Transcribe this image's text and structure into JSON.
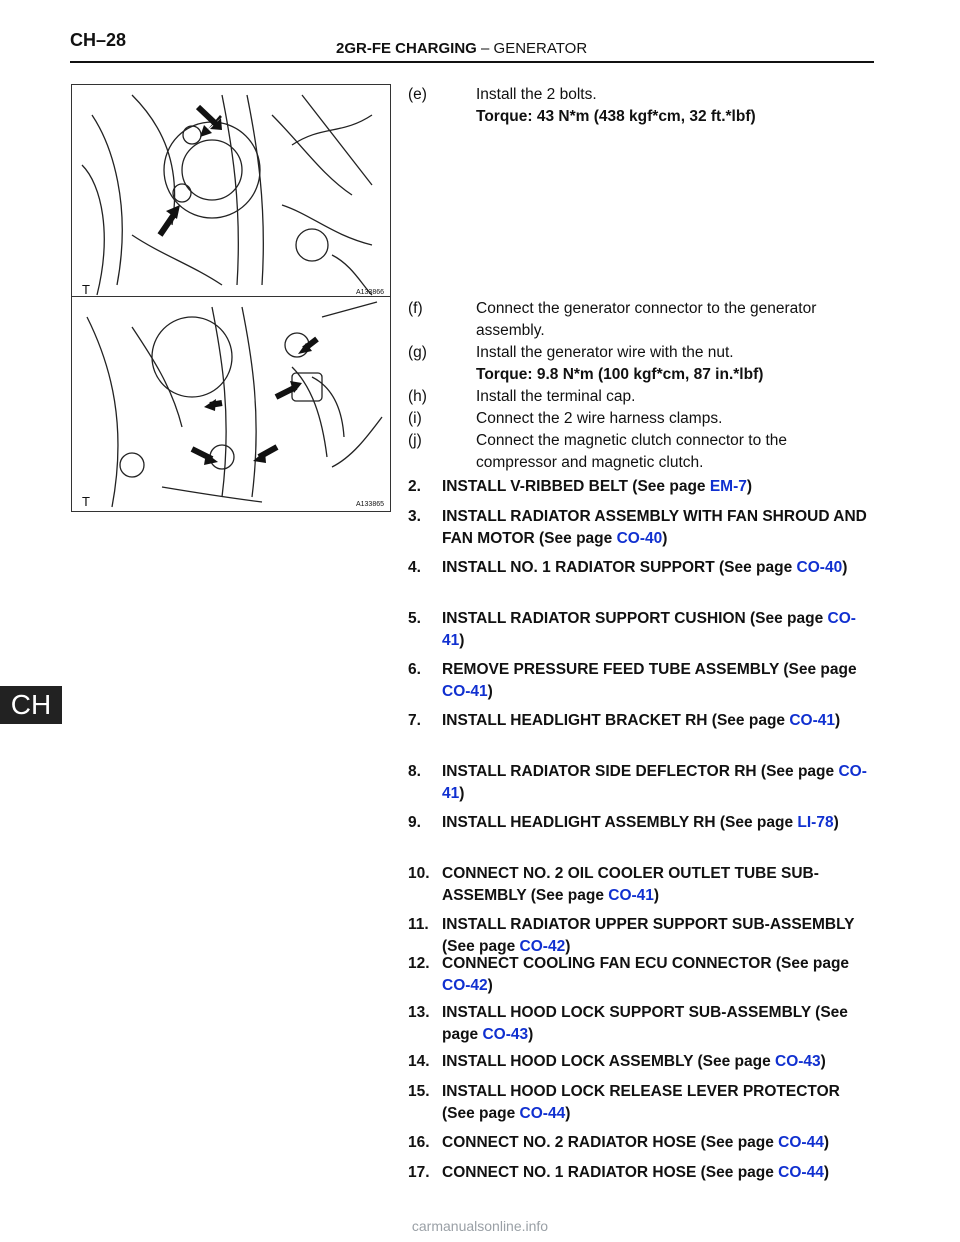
{
  "header": {
    "page_code": "CH–28",
    "section_bold": "2GR-FE CHARGING",
    "section_dash": " – ",
    "section_rest": "GENERATOR"
  },
  "side_tab": "CH",
  "figures": [
    {
      "code": "A133866",
      "t_mark": "T"
    },
    {
      "code": "A133865",
      "t_mark": "T"
    }
  ],
  "substeps": [
    {
      "label": "(e)",
      "text": "Install the 2 bolts.",
      "torque": "Torque: 43 N*m (438 kgf*cm, 32 ft.*lbf)"
    },
    {
      "label": "(f)",
      "text": "Connect the generator connector to the generator assembly."
    },
    {
      "label": "(g)",
      "text": "Install the generator wire with the nut.",
      "torque": "Torque: 9.8 N*m (100 kgf*cm, 87 in.*lbf)"
    },
    {
      "label": "(h)",
      "text": "Install the terminal cap."
    },
    {
      "label": "(i)",
      "text": "Connect the 2 wire harness clamps."
    },
    {
      "label": "(j)",
      "text": "Connect the magnetic clutch connector to the compressor and magnetic clutch."
    }
  ],
  "steps": [
    {
      "num": "2.",
      "text": "INSTALL V-RIBBED BELT (See page ",
      "link": "EM-7",
      "tail": ")"
    },
    {
      "num": "3.",
      "text": "INSTALL RADIATOR ASSEMBLY WITH FAN SHROUD AND FAN MOTOR (See page ",
      "link": "CO-40",
      "tail": ")"
    },
    {
      "num": "4.",
      "text": "INSTALL NO. 1 RADIATOR SUPPORT (See page ",
      "link": "CO-40",
      "tail": ")"
    },
    {
      "num": "5.",
      "text": "INSTALL RADIATOR SUPPORT CUSHION (See page ",
      "link": "CO-41",
      "tail": ")"
    },
    {
      "num": "6.",
      "text": "REMOVE PRESSURE FEED TUBE ASSEMBLY (See page ",
      "link": "CO-41",
      "tail": ")"
    },
    {
      "num": "7.",
      "text": "INSTALL HEADLIGHT BRACKET RH (See page ",
      "link": "CO-41",
      "tail": ")"
    },
    {
      "num": "8.",
      "text": "INSTALL RADIATOR SIDE DEFLECTOR RH (See page ",
      "link": "CO-41",
      "tail": ")"
    },
    {
      "num": "9.",
      "text": "INSTALL HEADLIGHT ASSEMBLY RH (See page ",
      "link": "LI-78",
      "tail": ")"
    },
    {
      "num": "10.",
      "text": "CONNECT NO. 2 OIL COOLER OUTLET TUBE SUB-ASSEMBLY (See page ",
      "link": "CO-41",
      "tail": ")"
    },
    {
      "num": "11.",
      "text": "INSTALL RADIATOR UPPER SUPPORT SUB-ASSEMBLY (See page ",
      "link": "CO-42",
      "tail": ")"
    },
    {
      "num": "12.",
      "text": "CONNECT COOLING FAN ECU CONNECTOR (See page ",
      "link": "CO-42",
      "tail": ")"
    },
    {
      "num": "13.",
      "text": "INSTALL HOOD LOCK SUPPORT SUB-ASSEMBLY (See page ",
      "link": "CO-43",
      "tail": ")"
    },
    {
      "num": "14.",
      "text": "INSTALL HOOD LOCK ASSEMBLY (See page ",
      "link": "CO-43",
      "tail": ")"
    },
    {
      "num": "15.",
      "text": "INSTALL HOOD LOCK RELEASE LEVER PROTECTOR (See page ",
      "link": "CO-44",
      "tail": ")"
    },
    {
      "num": "16.",
      "text": "CONNECT NO. 2 RADIATOR HOSE (See page ",
      "link": "CO-44",
      "tail": ")"
    },
    {
      "num": "17.",
      "text": "CONNECT NO. 1 RADIATOR HOSE (See page ",
      "link": "CO-44",
      "tail": ")"
    }
  ],
  "watermark": "carmanualsonline.info",
  "colors": {
    "link": "#1030d0",
    "rule": "#111111",
    "tab_bg": "#222222"
  }
}
